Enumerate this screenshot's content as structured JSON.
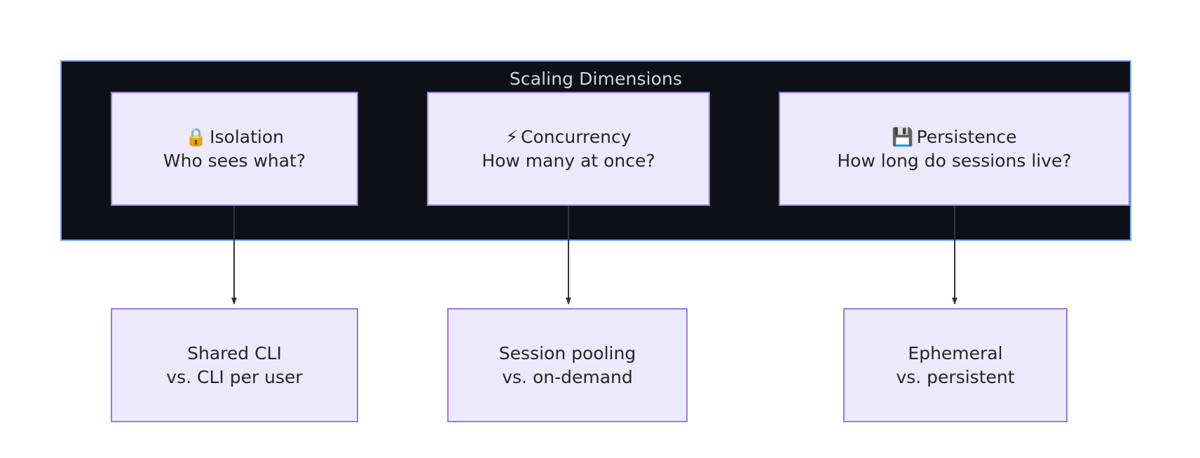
{
  "diagram": {
    "title": "Scaling Dimensions",
    "colors": {
      "container_border": "#6ba2f5",
      "container_fill": "#0d1117",
      "node_fill": "#ece9fc",
      "node_border": "#9a7ae0",
      "node_text": "#262626",
      "title_text": "#cfd6e4",
      "edge": "#333333"
    },
    "top_nodes": [
      {
        "id": "isolation",
        "icon": "lock-icon",
        "emoji": "🔒",
        "title": "Isolation",
        "subtitle": "Who sees what?"
      },
      {
        "id": "concurrency",
        "icon": "lightning-bolt-icon",
        "emoji": "⚡",
        "title": "Concurrency",
        "subtitle": "How many at once?"
      },
      {
        "id": "persistence",
        "icon": "floppy-disk-icon",
        "emoji": "💾",
        "title": "Persistence",
        "subtitle": "How long do sessions live?"
      }
    ],
    "bottom_nodes": [
      {
        "id": "shared-cli",
        "line1": "Shared CLI",
        "line2": "vs. CLI per user"
      },
      {
        "id": "session-pooling",
        "line1": "Session pooling",
        "line2": "vs. on-demand"
      },
      {
        "id": "ephemeral",
        "line1": "Ephemeral",
        "line2": "vs. persistent"
      }
    ],
    "edges": [
      {
        "from": "isolation",
        "to": "shared-cli"
      },
      {
        "from": "concurrency",
        "to": "session-pooling"
      },
      {
        "from": "persistence",
        "to": "ephemeral"
      }
    ]
  }
}
